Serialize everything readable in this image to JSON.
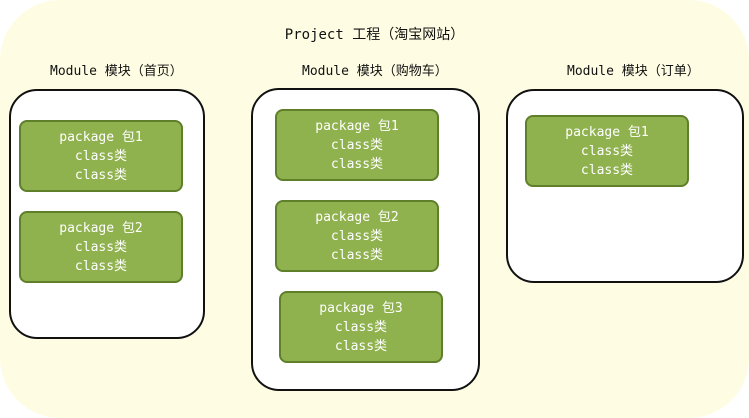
{
  "project": {
    "title": "Project 工程（淘宝网站）"
  },
  "modules": [
    {
      "title": "Module 模块（首页）",
      "packages": [
        {
          "name": "package 包1",
          "classes": [
            "class类",
            "class类"
          ]
        },
        {
          "name": "package 包2",
          "classes": [
            "class类",
            "class类"
          ]
        }
      ]
    },
    {
      "title": "Module 模块（购物车）",
      "packages": [
        {
          "name": "package 包1",
          "classes": [
            "class类",
            "class类"
          ]
        },
        {
          "name": "package 包2",
          "classes": [
            "class类",
            "class类"
          ]
        },
        {
          "name": "package 包3",
          "classes": [
            "class类",
            "class类"
          ]
        }
      ]
    },
    {
      "title": "Module 模块（订单）",
      "packages": [
        {
          "name": "package 包1",
          "classes": [
            "class类",
            "class类"
          ]
        }
      ]
    }
  ],
  "colors": {
    "project_bg": "#fefde4",
    "package_fill": "#8fb24e",
    "package_border": "#5f7f2a"
  }
}
